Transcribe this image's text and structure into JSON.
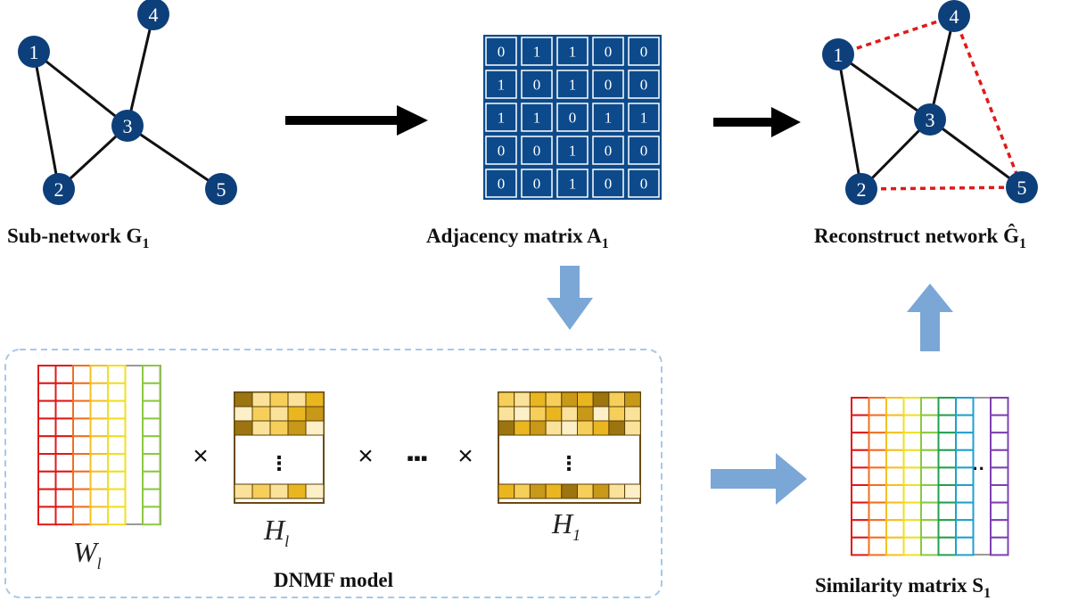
{
  "captions": {
    "subnetwork": "Sub-network G",
    "subnetwork_sub": "1",
    "adjacency": "Adjacency matrix A",
    "adjacency_sub": "1",
    "reconstruct": "Reconstruct network Ĝ",
    "reconstruct_sub": "1",
    "model": "DNMF model",
    "similarity": "Similarity matrix S",
    "similarity_sub": "1"
  },
  "graph": {
    "nodes": [
      "1",
      "2",
      "3",
      "4",
      "5"
    ],
    "edges": [
      [
        "1",
        "2"
      ],
      [
        "1",
        "3"
      ],
      [
        "2",
        "3"
      ],
      [
        "3",
        "4"
      ],
      [
        "3",
        "5"
      ]
    ],
    "predicted_edges": [
      [
        "1",
        "4"
      ],
      [
        "4",
        "5"
      ],
      [
        "2",
        "5"
      ]
    ],
    "node_color": "#0d3f7a",
    "predicted_edge_color": "#e01a1a"
  },
  "adjacency_matrix": [
    [
      "0",
      "1",
      "1",
      "0",
      "0"
    ],
    [
      "1",
      "0",
      "1",
      "0",
      "0"
    ],
    [
      "1",
      "1",
      "0",
      "1",
      "1"
    ],
    [
      "0",
      "0",
      "1",
      "0",
      "0"
    ],
    [
      "0",
      "0",
      "1",
      "0",
      "0"
    ]
  ],
  "adjacency_color": "#0d4a8c",
  "factors": {
    "W": "W",
    "W_sub": "l",
    "H_l": "H",
    "H_l_sub": "l",
    "H_1": "H",
    "H_1_sub": "1",
    "times": "×",
    "ellipsis_h": "···",
    "ellipsis_v": "⋮",
    "chain_dots": "▪▪▪"
  },
  "colors": {
    "flow_arrow": "#7ba7d6",
    "dashed_box": "#a9c8e6",
    "spectrum": [
      "#e01818",
      "#f07020",
      "#f5c020",
      "#f0e020",
      "#8cc840",
      "#20a050",
      "#20a0d0",
      "#2060c0",
      "#8040b0"
    ]
  }
}
